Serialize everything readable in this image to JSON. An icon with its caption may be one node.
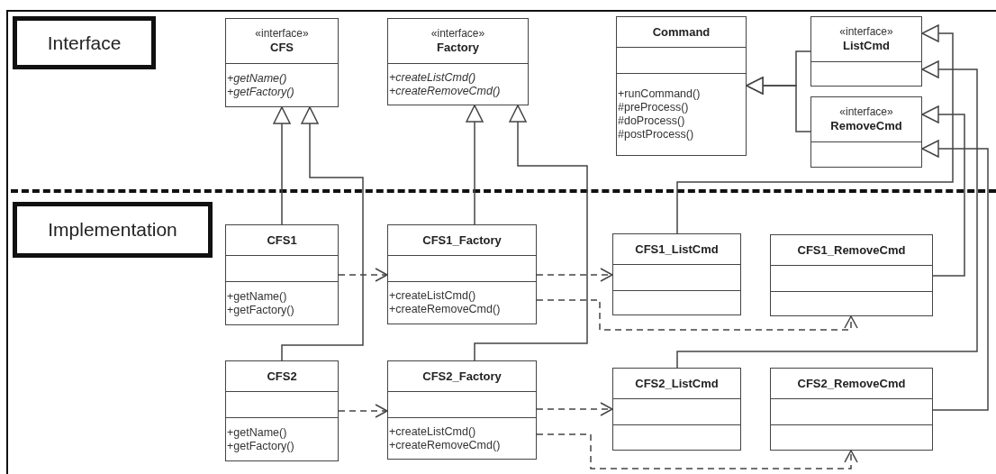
{
  "diagram": {
    "nodes": [
      {
        "text": [
          "Interface"
        ]
      },
      {
        "text": [
          "«interface»",
          "CFS",
          "+getName()",
          "+getFactory()"
        ]
      },
      {
        "text": [
          "«interface»",
          "Factory",
          "+createListCmd()",
          "+createRemoveCmd()"
        ]
      },
      {
        "text": [
          "Command",
          "+runCommand()",
          "#preProcess()",
          "#doProcess()",
          "#postProcess()"
        ]
      },
      {
        "text": [
          "«interface»",
          "ListCmd"
        ]
      },
      {
        "text": [
          "«interface»",
          "RemoveCmd"
        ]
      },
      {
        "text": [
          "Implementation"
        ]
      },
      {
        "text": [
          "CFS1",
          "+getName()",
          "+getFactory()"
        ]
      },
      {
        "text": [
          "CFS1_Factory",
          "+createListCmd()",
          "+createRemoveCmd()"
        ]
      },
      {
        "text": [
          "CFS1_ListCmd"
        ]
      },
      {
        "text": [
          "CFS1_RemoveCmd"
        ]
      },
      {
        "text": [
          "CFS2",
          "+getName()",
          "+getFactory()"
        ]
      },
      {
        "text": [
          "CFS2_Factory",
          "+createListCmd()",
          "+createRemoveCmd()"
        ]
      },
      {
        "text": [
          "CFS2_ListCmd"
        ]
      },
      {
        "text": [
          "CFS2_RemoveCmd"
        ]
      }
    ],
    "edges": [
      {
        "from": 7,
        "to": 1,
        "arrow": "to"
      },
      {
        "from": 11,
        "to": 1,
        "arrow": "to"
      },
      {
        "from": 8,
        "to": 2,
        "arrow": "to"
      },
      {
        "from": 12,
        "to": 2,
        "arrow": "to"
      },
      {
        "from": 4,
        "to": 3,
        "arrow": "to"
      },
      {
        "from": 5,
        "to": 3,
        "arrow": "to"
      },
      {
        "from": 9,
        "to": 4,
        "arrow": "to"
      },
      {
        "from": 13,
        "to": 4,
        "arrow": "to"
      },
      {
        "from": 10,
        "to": 5,
        "arrow": "to"
      },
      {
        "from": 14,
        "to": 5,
        "arrow": "to"
      },
      {
        "from": 7,
        "to": 8,
        "arrow": "to",
        "style": "dashed"
      },
      {
        "from": 11,
        "to": 12,
        "arrow": "to",
        "style": "dashed"
      },
      {
        "from": 8,
        "to": 9,
        "arrow": "to",
        "style": "dashed"
      },
      {
        "from": 8,
        "to": 10,
        "arrow": "to",
        "style": "dashed"
      },
      {
        "from": 12,
        "to": 13,
        "arrow": "to",
        "style": "dashed"
      },
      {
        "from": 12,
        "to": 14,
        "arrow": "to",
        "style": "dashed"
      }
    ]
  }
}
